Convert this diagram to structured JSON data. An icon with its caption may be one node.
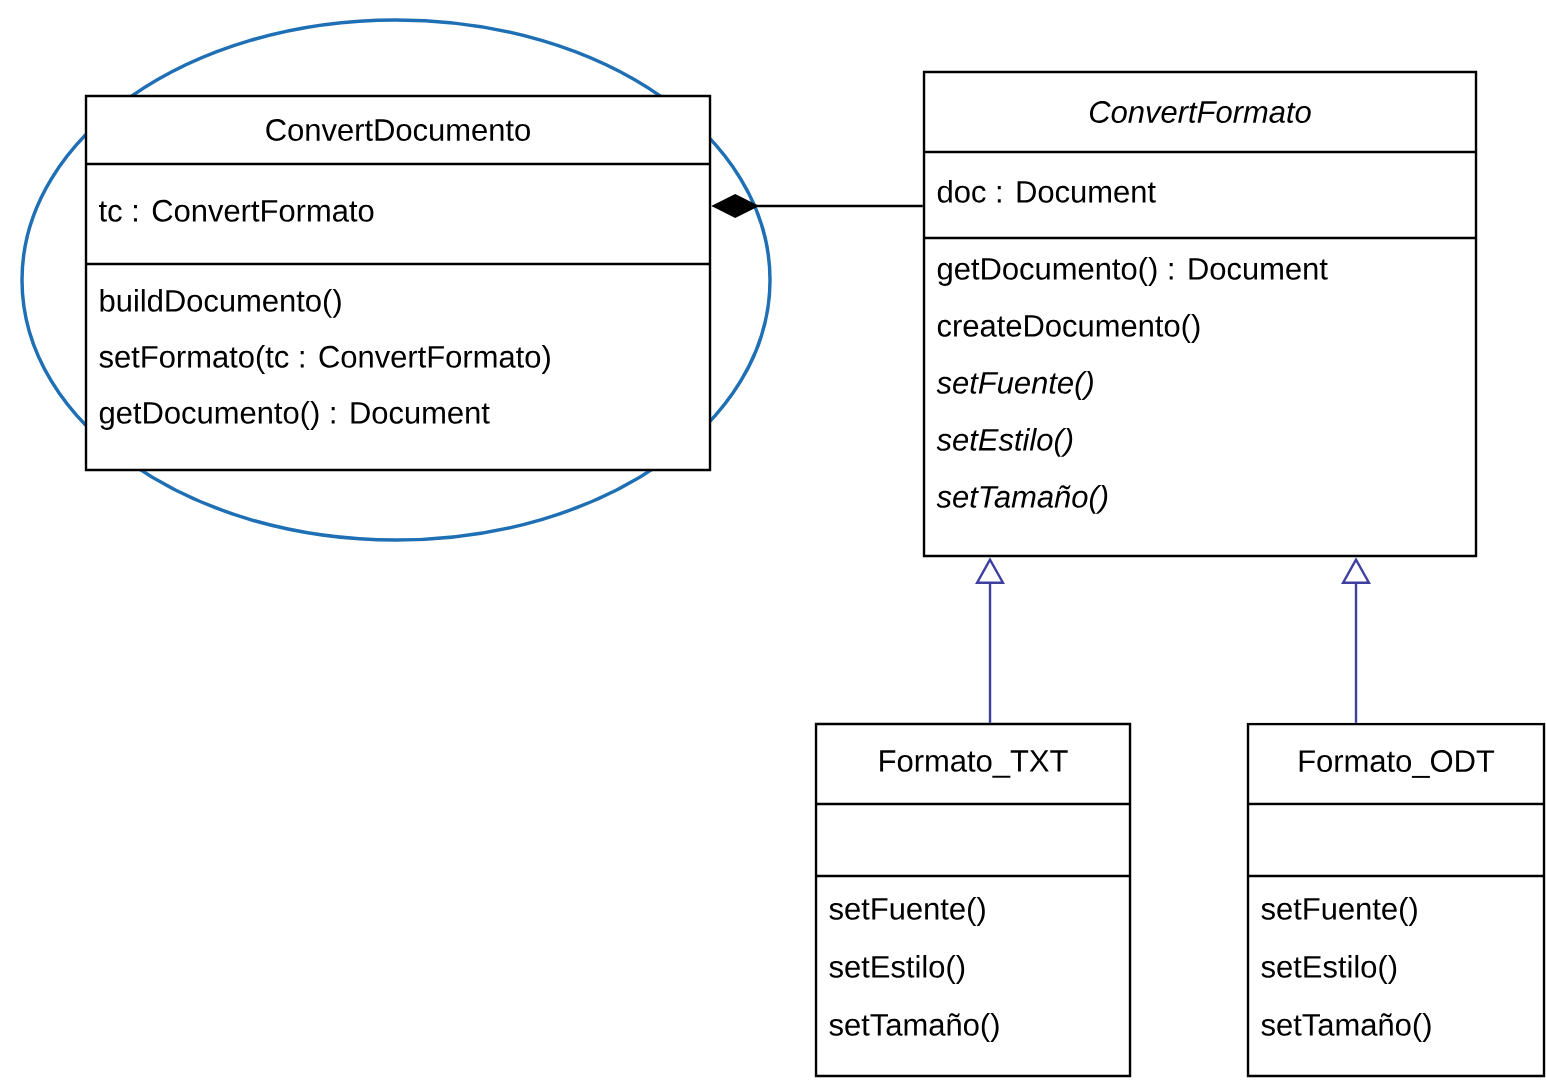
{
  "diagram": {
    "nodes": [
      {
        "text": [
          "ConvertDocumento",
          "tc : ConvertFormato",
          "buildDocumento()",
          "setFormato(tc : ConvertFormato)",
          "getDocumento() : Document"
        ]
      },
      {
        "text": [
          "*ConvertFormato*",
          "doc : Document",
          "getDocumento() : Document",
          "createDocumento()",
          "*setFuente()*",
          "*setEstilo()*",
          "*setTamaño()*"
        ]
      },
      {
        "text": [
          "Formato_TXT",
          "setFuente()",
          "setEstilo()",
          "setTamaño()"
        ]
      },
      {
        "text": [
          "Formato_ODT",
          "setFuente()",
          "setEstilo()",
          "setTamaño()"
        ]
      }
    ],
    "edges": [
      {
        "from": 1,
        "to": 0,
        "arrow": "other",
        "color": "#000000"
      },
      {
        "from": 2,
        "to": 1,
        "arrow": "to"
      },
      {
        "from": 3,
        "to": 1,
        "arrow": "to"
      }
    ]
  }
}
